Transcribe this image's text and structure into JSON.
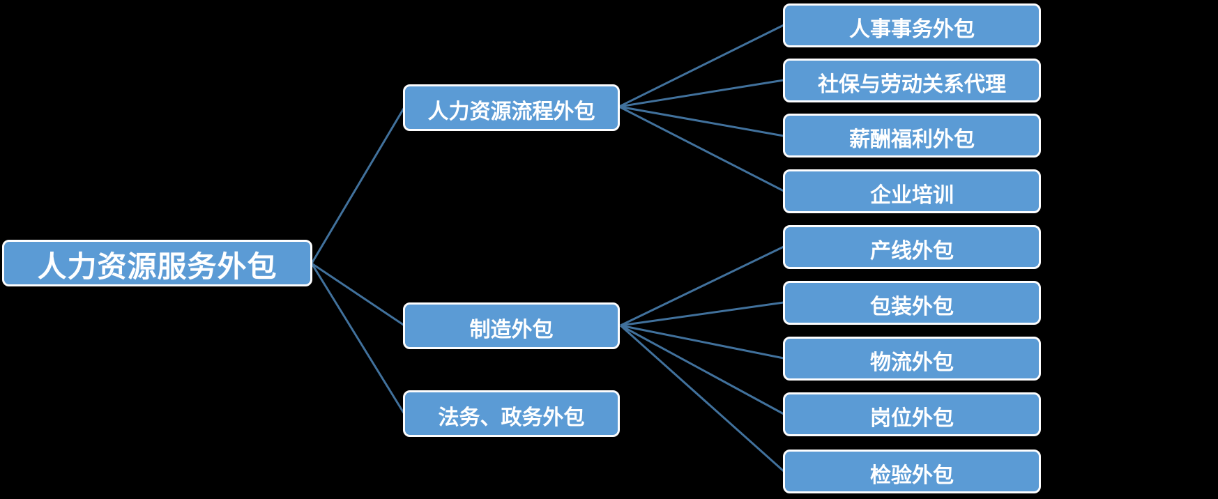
{
  "diagram": {
    "type": "tree",
    "root": {
      "label": "人力资源服务外包"
    },
    "branches": [
      {
        "label": "人力资源流程外包",
        "children": [
          "人事事务外包",
          "社保与劳动关系代理",
          "薪酬福利外包",
          "企业培训"
        ]
      },
      {
        "label": "制造外包",
        "children": [
          "产线外包",
          "包装外包",
          "物流外包",
          "岗位外包",
          "检验外包"
        ]
      },
      {
        "label": "法务、政务外包",
        "children": []
      }
    ]
  },
  "colors": {
    "node_fill": "#5b9bd5",
    "node_border": "#fdfdfe",
    "node_text": "#ffffff",
    "connector": "#41719c",
    "background": "#000000"
  }
}
